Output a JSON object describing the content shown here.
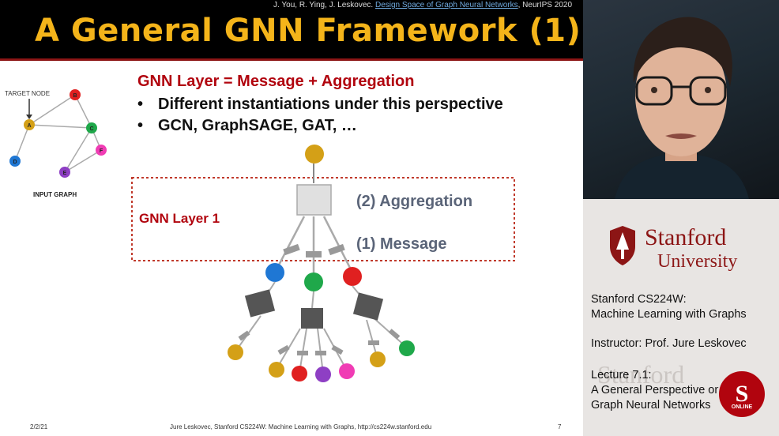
{
  "slide": {
    "title": "A General GNN Framework (1)",
    "citation_authors": "J. You, R. Ying, J. Leskovec. ",
    "citation_link": "Design Space of Graph Neural Networks",
    "citation_venue": ", NeurIPS 2020",
    "heading": "GNN Layer = Message + Aggregation",
    "bullets": [
      "Different instantiations under this perspective",
      "GCN, GraphSAGE, GAT, …"
    ],
    "input_graph": {
      "caption": "INPUT GRAPH",
      "target_label": "TARGET NODE",
      "nodes": [
        "A",
        "B",
        "C",
        "D",
        "E",
        "F"
      ]
    },
    "diagram": {
      "layer_label": "GNN Layer 1",
      "aggregation_label": "(2) Aggregation",
      "message_label": "(1) Message"
    },
    "footer": {
      "date": "2/2/21",
      "center": "Jure Leskovec, Stanford CS224W: Machine Learning with Graphs, http://cs224w.stanford.edu",
      "page": "7"
    },
    "colors": {
      "title": "#f4b41a",
      "heading": "#b1040e",
      "node_yellow": "#d4a017",
      "node_blue": "#1f77d4",
      "node_green": "#1fa84a",
      "node_red": "#e02020",
      "node_purple": "#8e3fc4",
      "node_pink": "#f03cb4"
    }
  },
  "sidebar": {
    "university_name_line1": "Stanford",
    "university_name_line2": "University",
    "course_line1": "Stanford CS224W:",
    "course_line2": "Machine Learning with Graphs",
    "instructor": "Instructor: Prof. Jure Leskovec",
    "lecture_line1": "Lecture 7.1:",
    "lecture_line2": "A General Perspective on",
    "lecture_line3": "Graph Neural Networks",
    "watermark": "Stanford",
    "badge": "ONLINE"
  }
}
